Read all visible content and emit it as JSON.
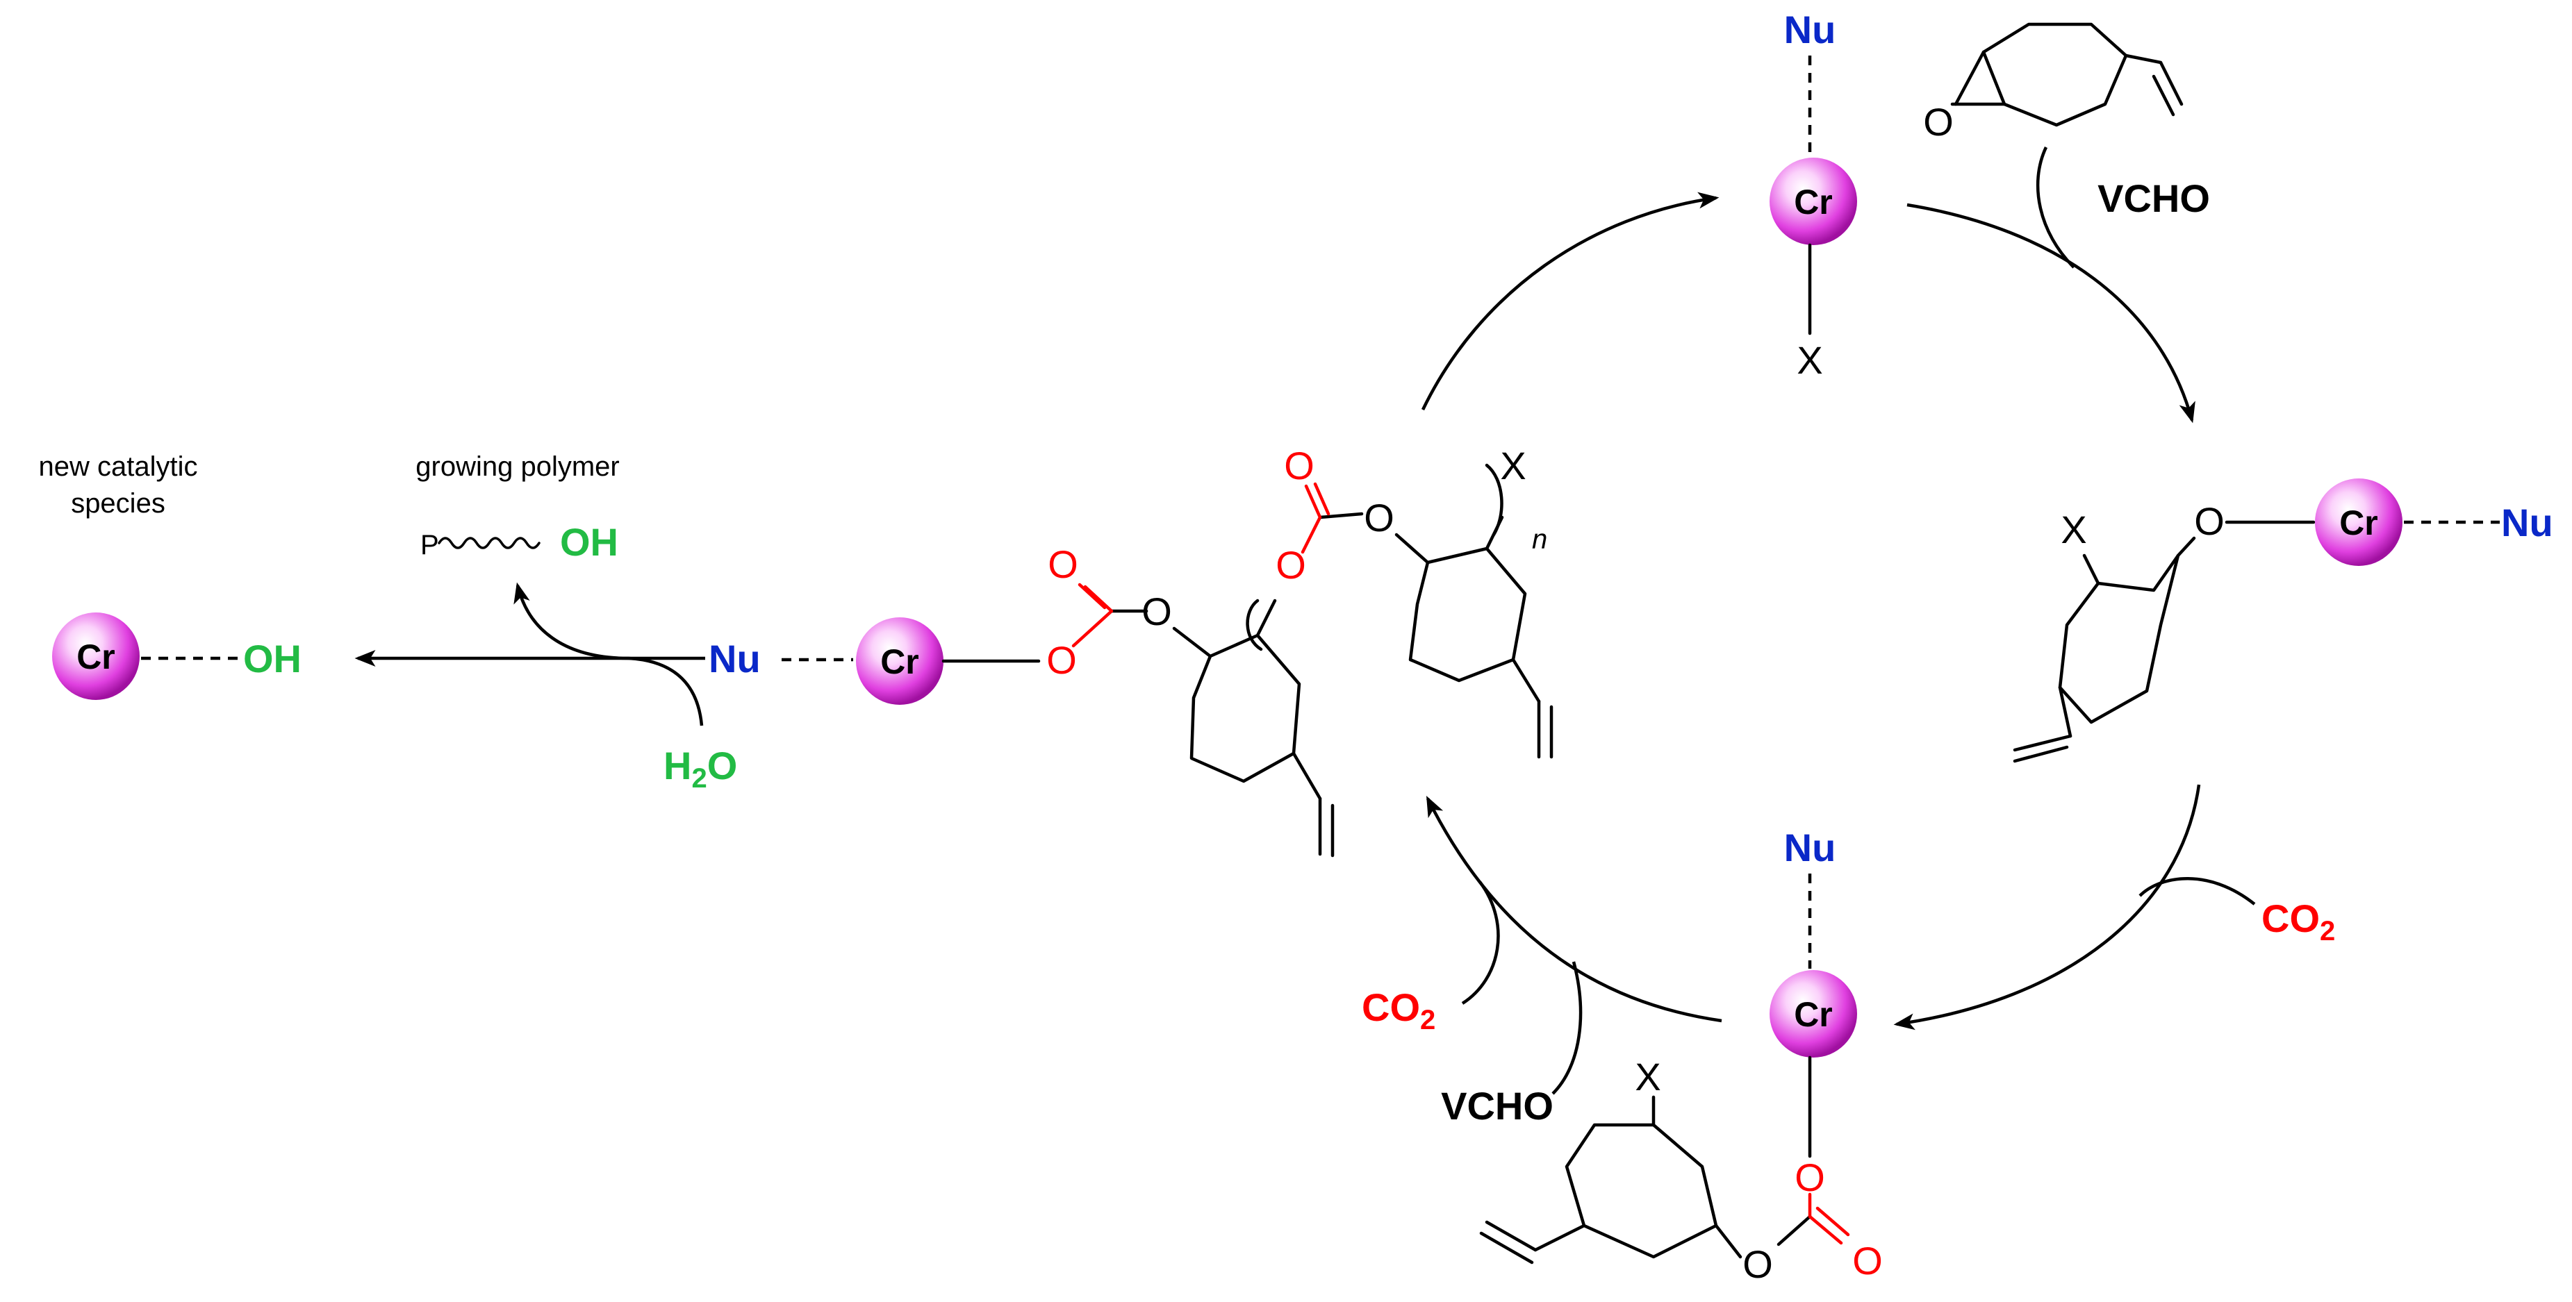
{
  "colors": {
    "metal_sphere": "#e040e0",
    "nucleophile": "#0a28c8",
    "oxygen": "#ff0000",
    "hydroxyl": "#22bb44",
    "bond": "#000000"
  },
  "metal_label": "Cr",
  "labels": {
    "new_catalytic_species": [
      "new catalytic",
      "species"
    ],
    "growing_polymer": "growing polymer",
    "polymer_P": "P",
    "OH": "OH",
    "Nu": "Nu",
    "H2O_main": "H",
    "H2O_sub": "2",
    "H2O_tail": "O",
    "CO2_main": "CO",
    "CO2_sub": "2",
    "VCHO": "VCHO",
    "X": "X",
    "O": "O",
    "n": "n"
  }
}
